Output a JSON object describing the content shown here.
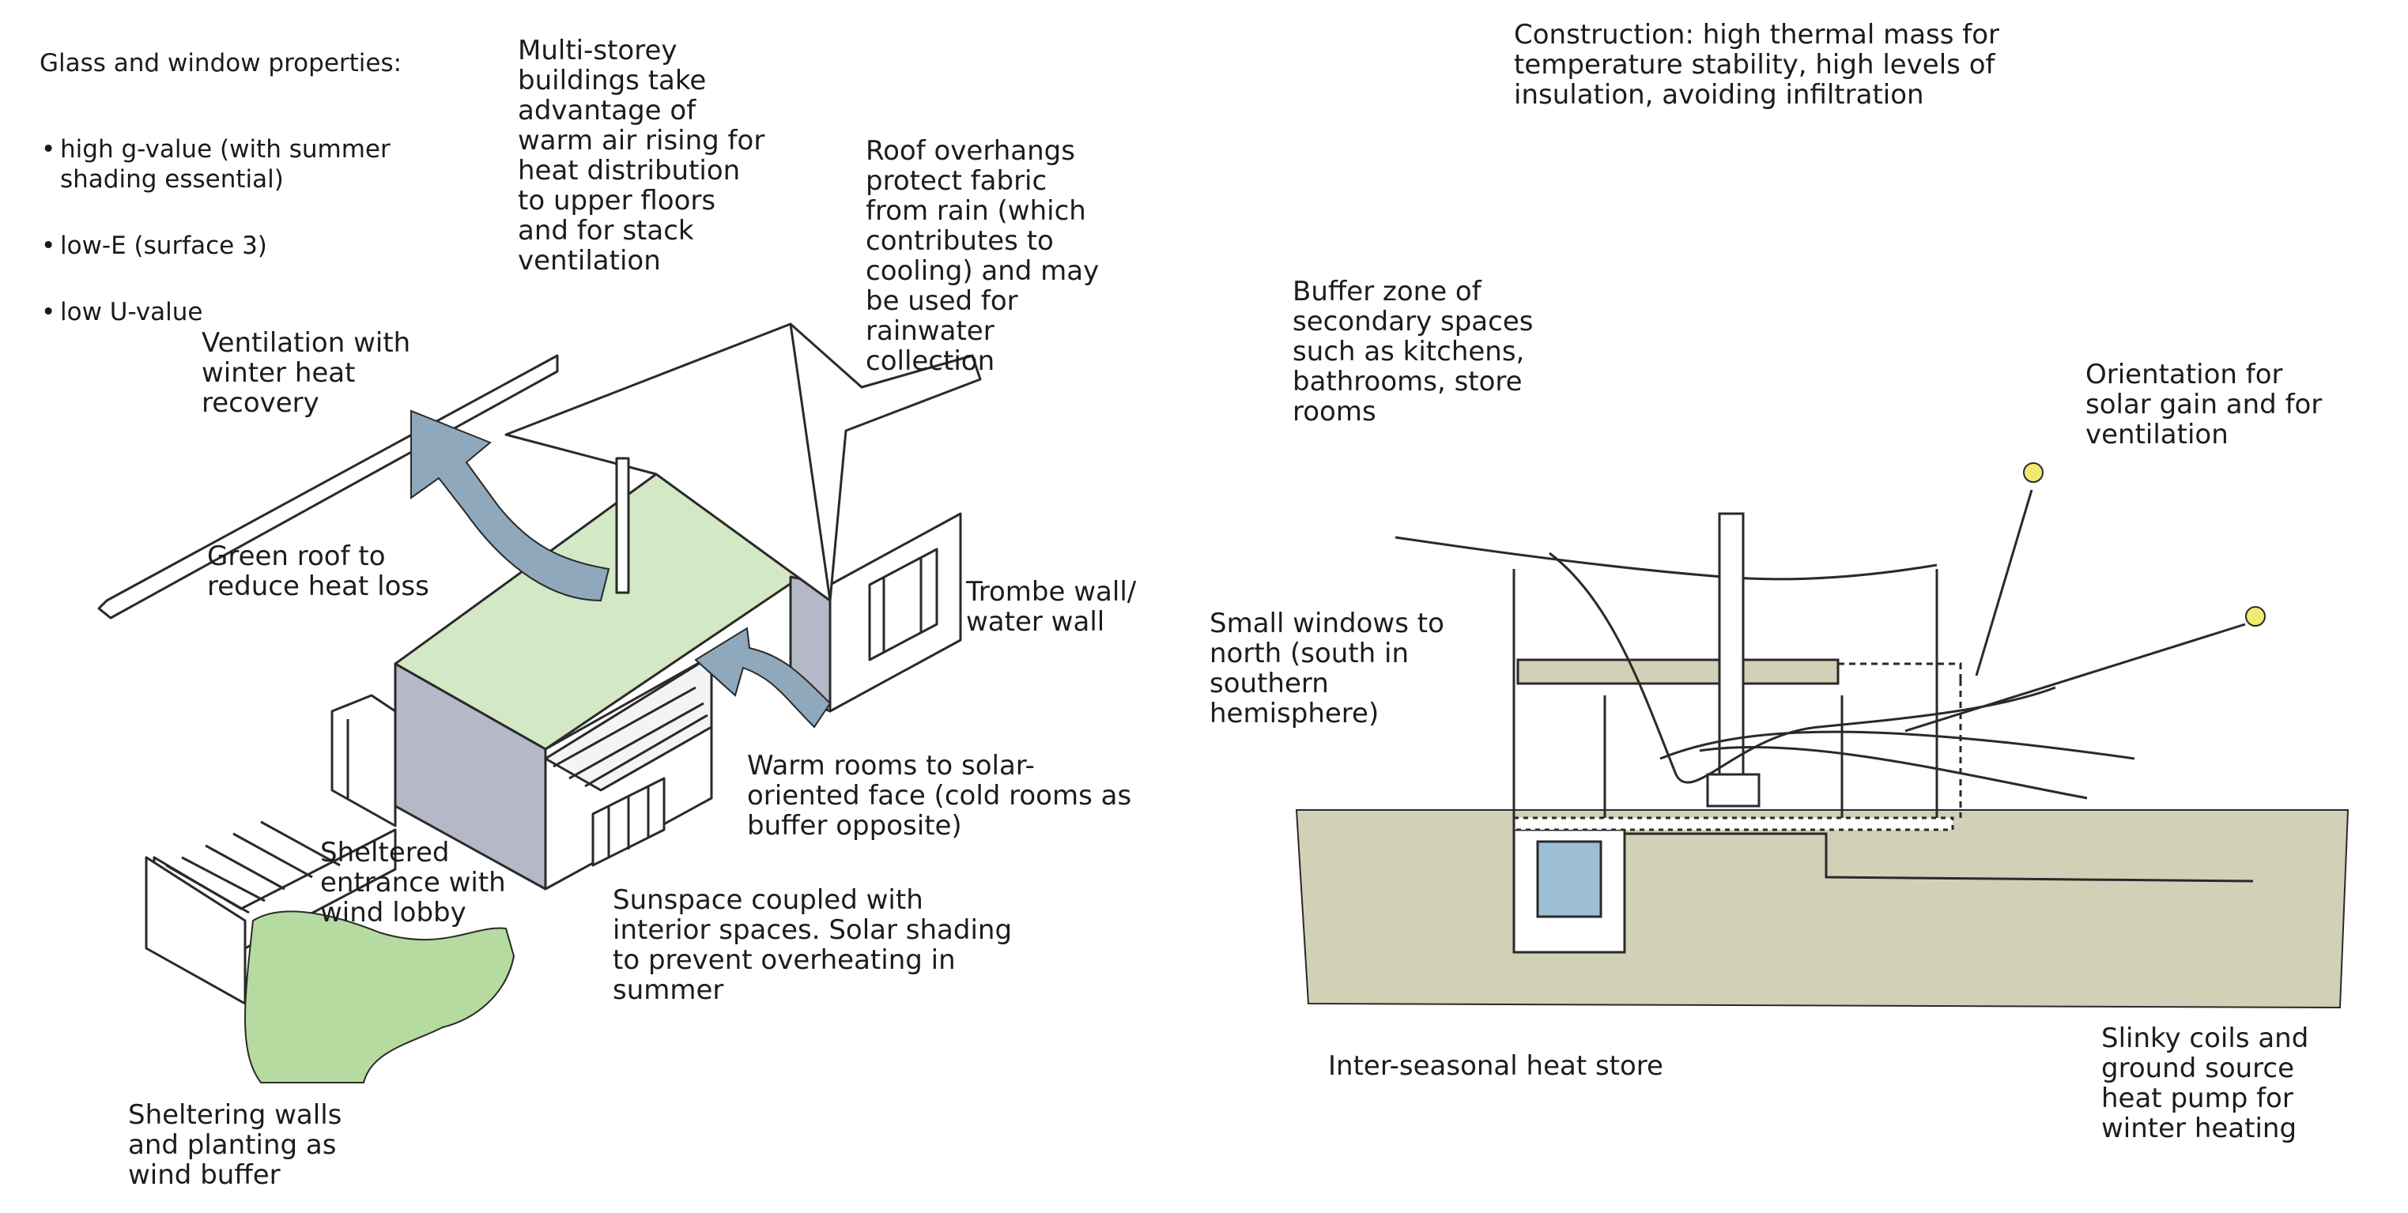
{
  "colors": {
    "ink": "#2a2a2a",
    "green_roof": "#d3e8c4",
    "planting": "#b6dba0",
    "shade": "#b5b8c6",
    "air_flow": "#8fa8bb",
    "ground": "#d2d0b7",
    "water": "#9dbfd5"
  },
  "left_diagram": {
    "glass": {
      "title": "Glass and window properties:",
      "items": [
        "high g-value (with summer\nshading essential)",
        "low-E (surface 3)",
        "low U-value"
      ]
    },
    "multistorey": "Multi-storey\nbuildings take\nadvantage of\nwarm air rising for\nheat distribution\nto upper floors\nand for stack\nventilation",
    "roof_overhangs": "Roof overhangs\nprotect fabric\nfrom rain (which\ncontributes to\ncooling) and may\nbe used for\nrainwater\ncollection",
    "ventilation": "Ventilation with\nwinter heat\nrecovery",
    "green_roof": "Green roof to\nreduce heat loss",
    "trombe": "Trombe wall/\nwater wall",
    "warm_rooms": "Warm rooms to solar-\noriented face (cold rooms as\nbuffer opposite)",
    "sheltered_entrance": "Sheltered\nentrance with\nwind lobby",
    "sunspace": "Sunspace coupled with\ninterior spaces. Solar shading\nto prevent overheating in\nsummer",
    "sheltering_walls": "Sheltering walls\nand planting as\nwind buffer"
  },
  "right_diagram": {
    "construction": "Construction: high thermal mass for\ntemperature stability, high levels of\ninsulation, avoiding infiltration",
    "buffer_zone": "Buffer zone of\nsecondary spaces\nsuch as kitchens,\nbathrooms, store\nrooms",
    "orientation": "Orientation for\nsolar gain and for\nventilation",
    "small_windows": "Small windows to\nnorth (south in\nsouthern\nhemisphere)",
    "heat_store": "Inter-seasonal heat store",
    "slinky": "Slinky coils and\nground source\nheat pump for\nwinter heating"
  }
}
